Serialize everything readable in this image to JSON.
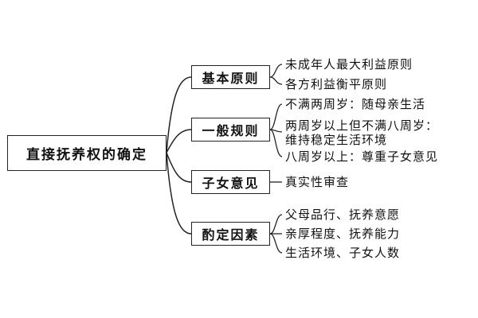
{
  "root": {
    "label": "直接抚养权的确定"
  },
  "branches": [
    {
      "label": "基本原则",
      "items": [
        "未成年人最大利益原则",
        "各方利益衡平原则"
      ]
    },
    {
      "label": "一般规则",
      "items": [
        "不满两周岁：随母亲生活",
        "两周岁以上但不满八周岁：",
        "维持稳定生活环境",
        "八周岁以上：尊重子女意见"
      ]
    },
    {
      "label": "子女意见",
      "items": [
        "真实性审查"
      ]
    },
    {
      "label": "酌定因素",
      "items": [
        "父母品行、抚养意愿",
        "亲厚程度、抚养能力",
        "生活环境、子女人数"
      ]
    }
  ],
  "colors": {
    "line": "#222222",
    "text": "#111111",
    "background": "#ffffff"
  }
}
